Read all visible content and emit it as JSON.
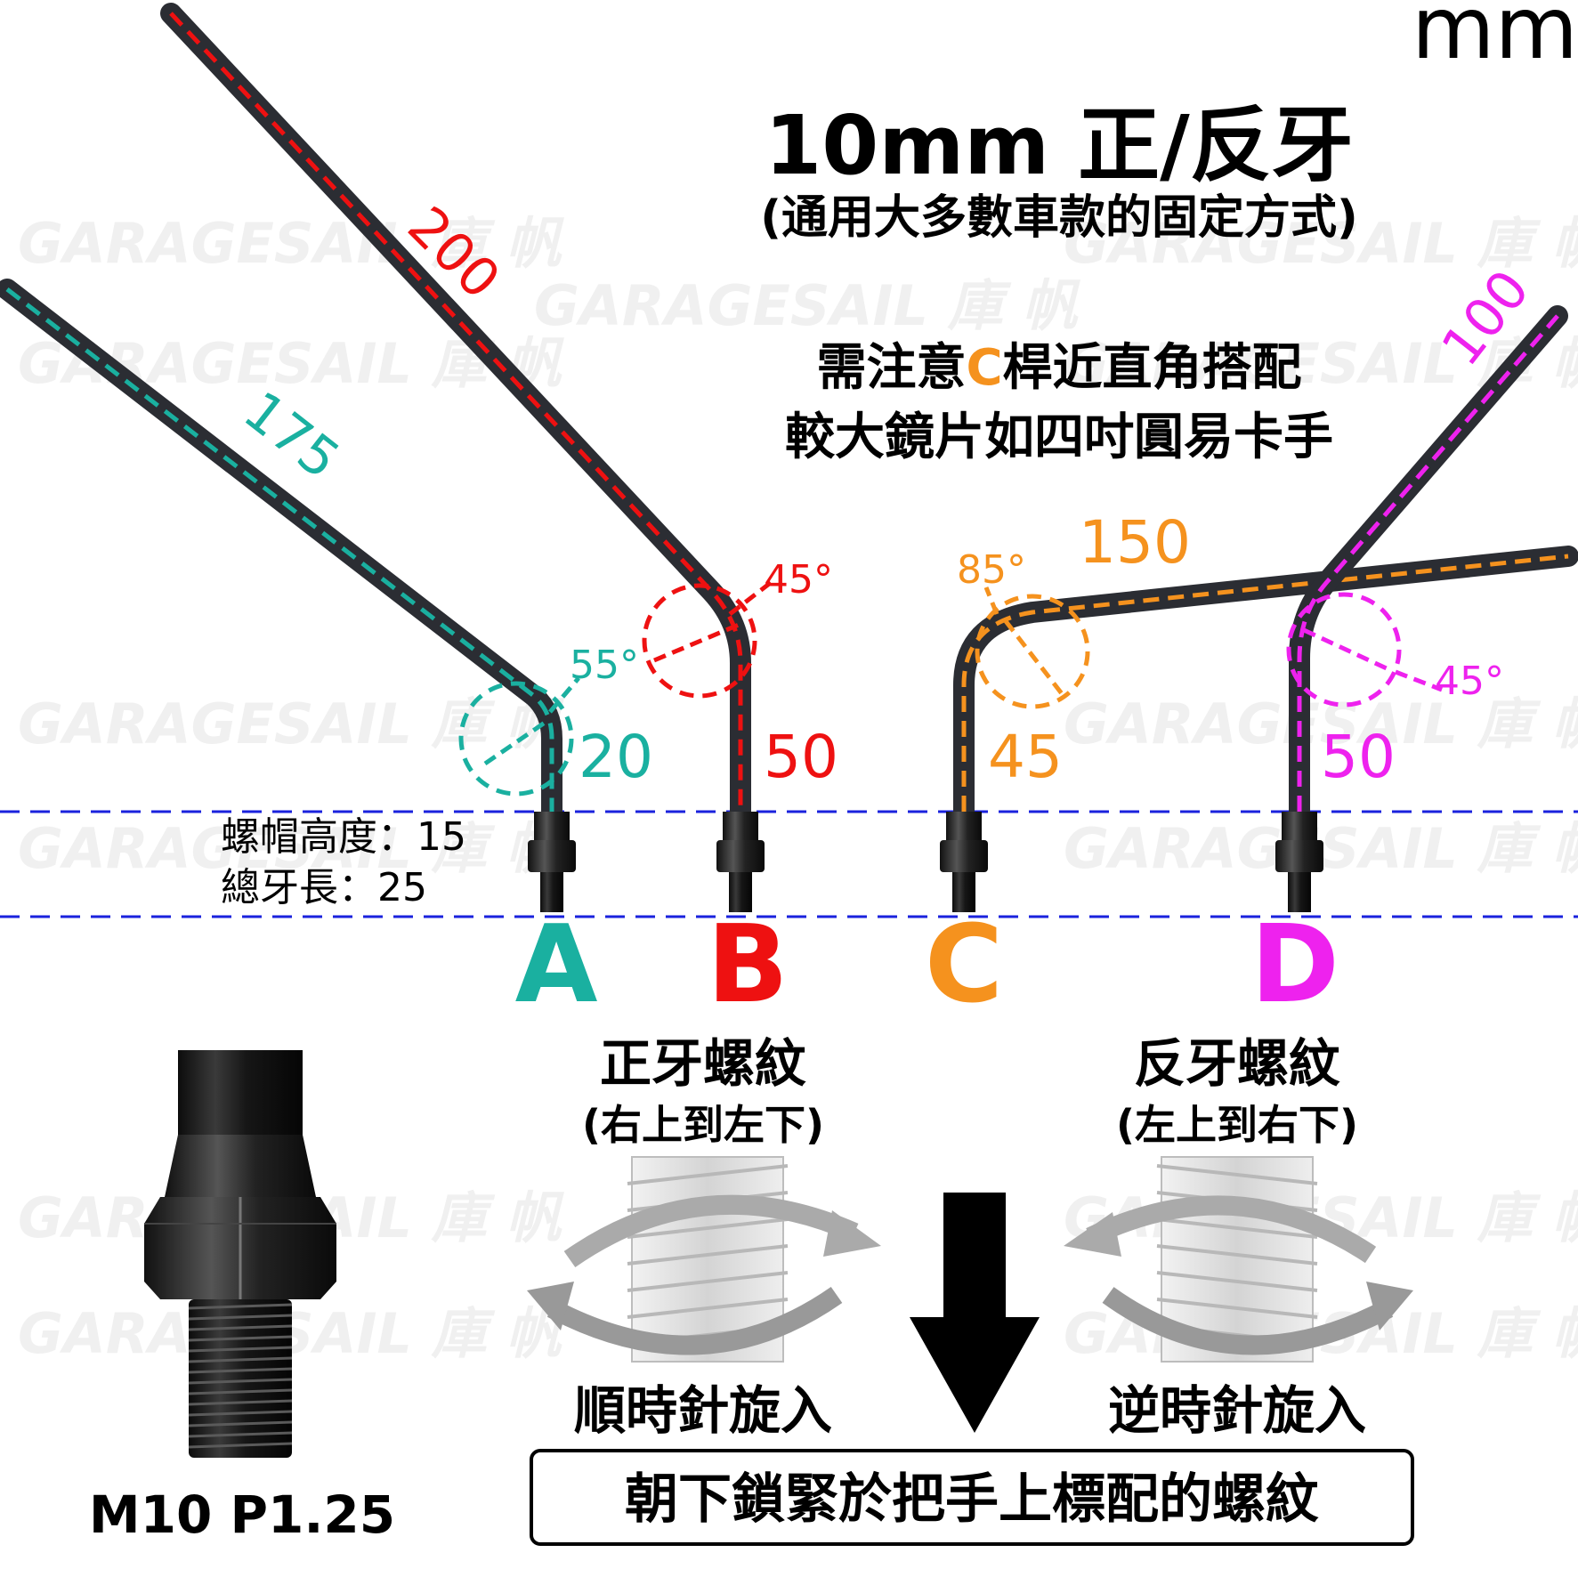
{
  "unit": "mm",
  "title": "10mm 正/反牙",
  "subtitle": "(通用大多數車款的固定方式)",
  "note": {
    "line1_pre": "需注意",
    "line1_highlight": "C",
    "line1_post": "桿近直角搭配",
    "line2": "較大鏡片如四吋圓易卡手"
  },
  "watermark": "GARAGESAIL 庫 帆",
  "nut_info": {
    "nut_height": "螺帽高度：15",
    "thread_length": "總牙長：25"
  },
  "rods": [
    {
      "id": "A",
      "color": "#1ab0a0",
      "long_length": "175",
      "short_length": "20",
      "angle": "55°"
    },
    {
      "id": "B",
      "color": "#ee1111",
      "long_length": "200",
      "short_length": "50",
      "angle": "45°"
    },
    {
      "id": "C",
      "color": "#f5921e",
      "long_length": "150",
      "short_length": "45",
      "angle": "85°"
    },
    {
      "id": "D",
      "color": "#ee22ee",
      "long_length": "100",
      "short_length": "50",
      "angle": "45°"
    }
  ],
  "thread_spec": "M10 P1.25",
  "right_thread": {
    "title": "正牙螺紋",
    "sub": "(右上到左下)",
    "action": "順時針旋入"
  },
  "left_thread": {
    "title": "反牙螺紋",
    "sub": "(左上到右下)",
    "action": "逆時針旋入"
  },
  "footer": "朝下鎖緊於把手上標配的螺紋",
  "colors": {
    "guide_line": "#1a22dd",
    "rod": "#2b2d33"
  }
}
